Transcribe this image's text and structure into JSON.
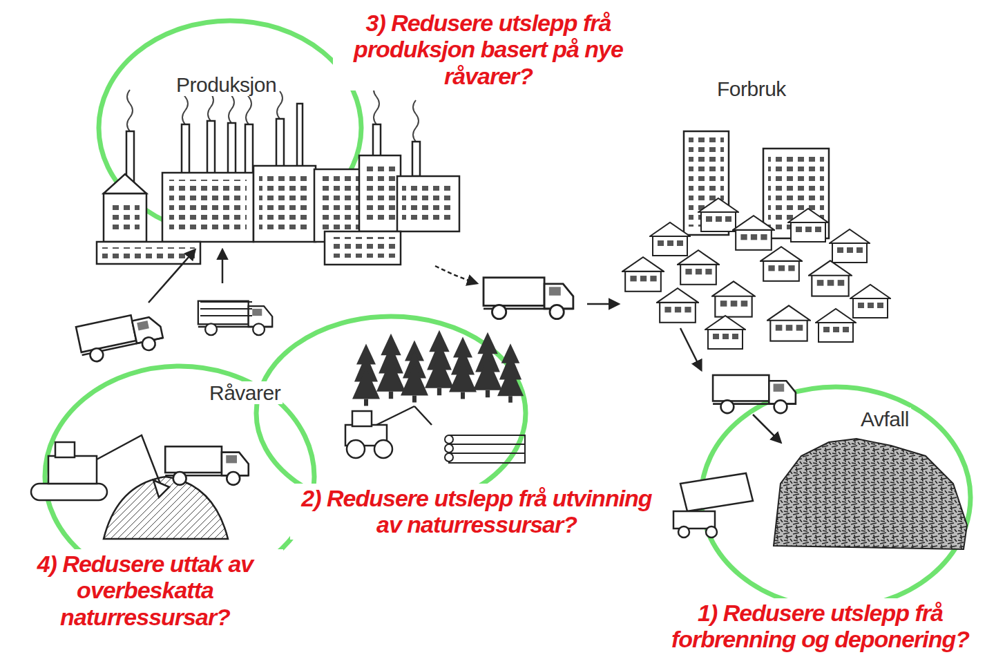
{
  "diagram": {
    "labels": [
      "3) Redusere utslepp frå produksjon basert på nye råvarer?",
      "Produksjon",
      "Forbruk",
      "Råvarer",
      "Avfall",
      "2) Redusere utslepp frå utvinning av naturressursar?",
      "4) Redusere uttak av overbeskatta naturressursar?",
      "1) Redusere utslepp frå forbrenning og deponering?"
    ]
  }
}
